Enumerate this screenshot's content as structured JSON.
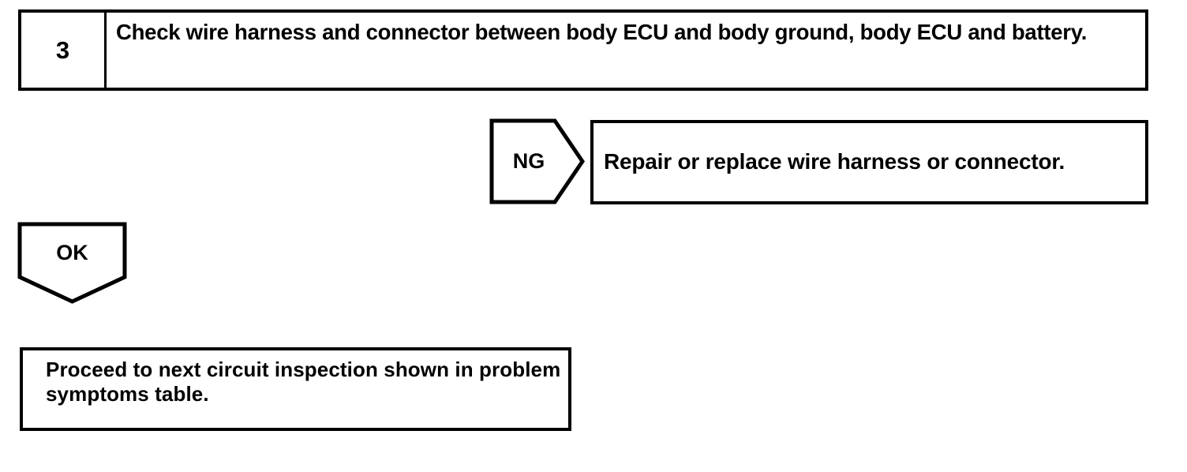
{
  "diagram": {
    "type": "troubleshooting-flowchart",
    "colors": {
      "stroke": "#000000",
      "background": "#ffffff",
      "text": "#000000"
    },
    "step": {
      "number": "3",
      "instruction": "Check wire harness and connector between body ECU and body ground, body ECU and battery."
    },
    "branches": {
      "ng": {
        "label": "NG",
        "result": "Repair or replace wire harness or connector."
      },
      "ok": {
        "label": "OK",
        "result": "Proceed to next circuit inspection shown in problem symptoms table."
      }
    }
  }
}
